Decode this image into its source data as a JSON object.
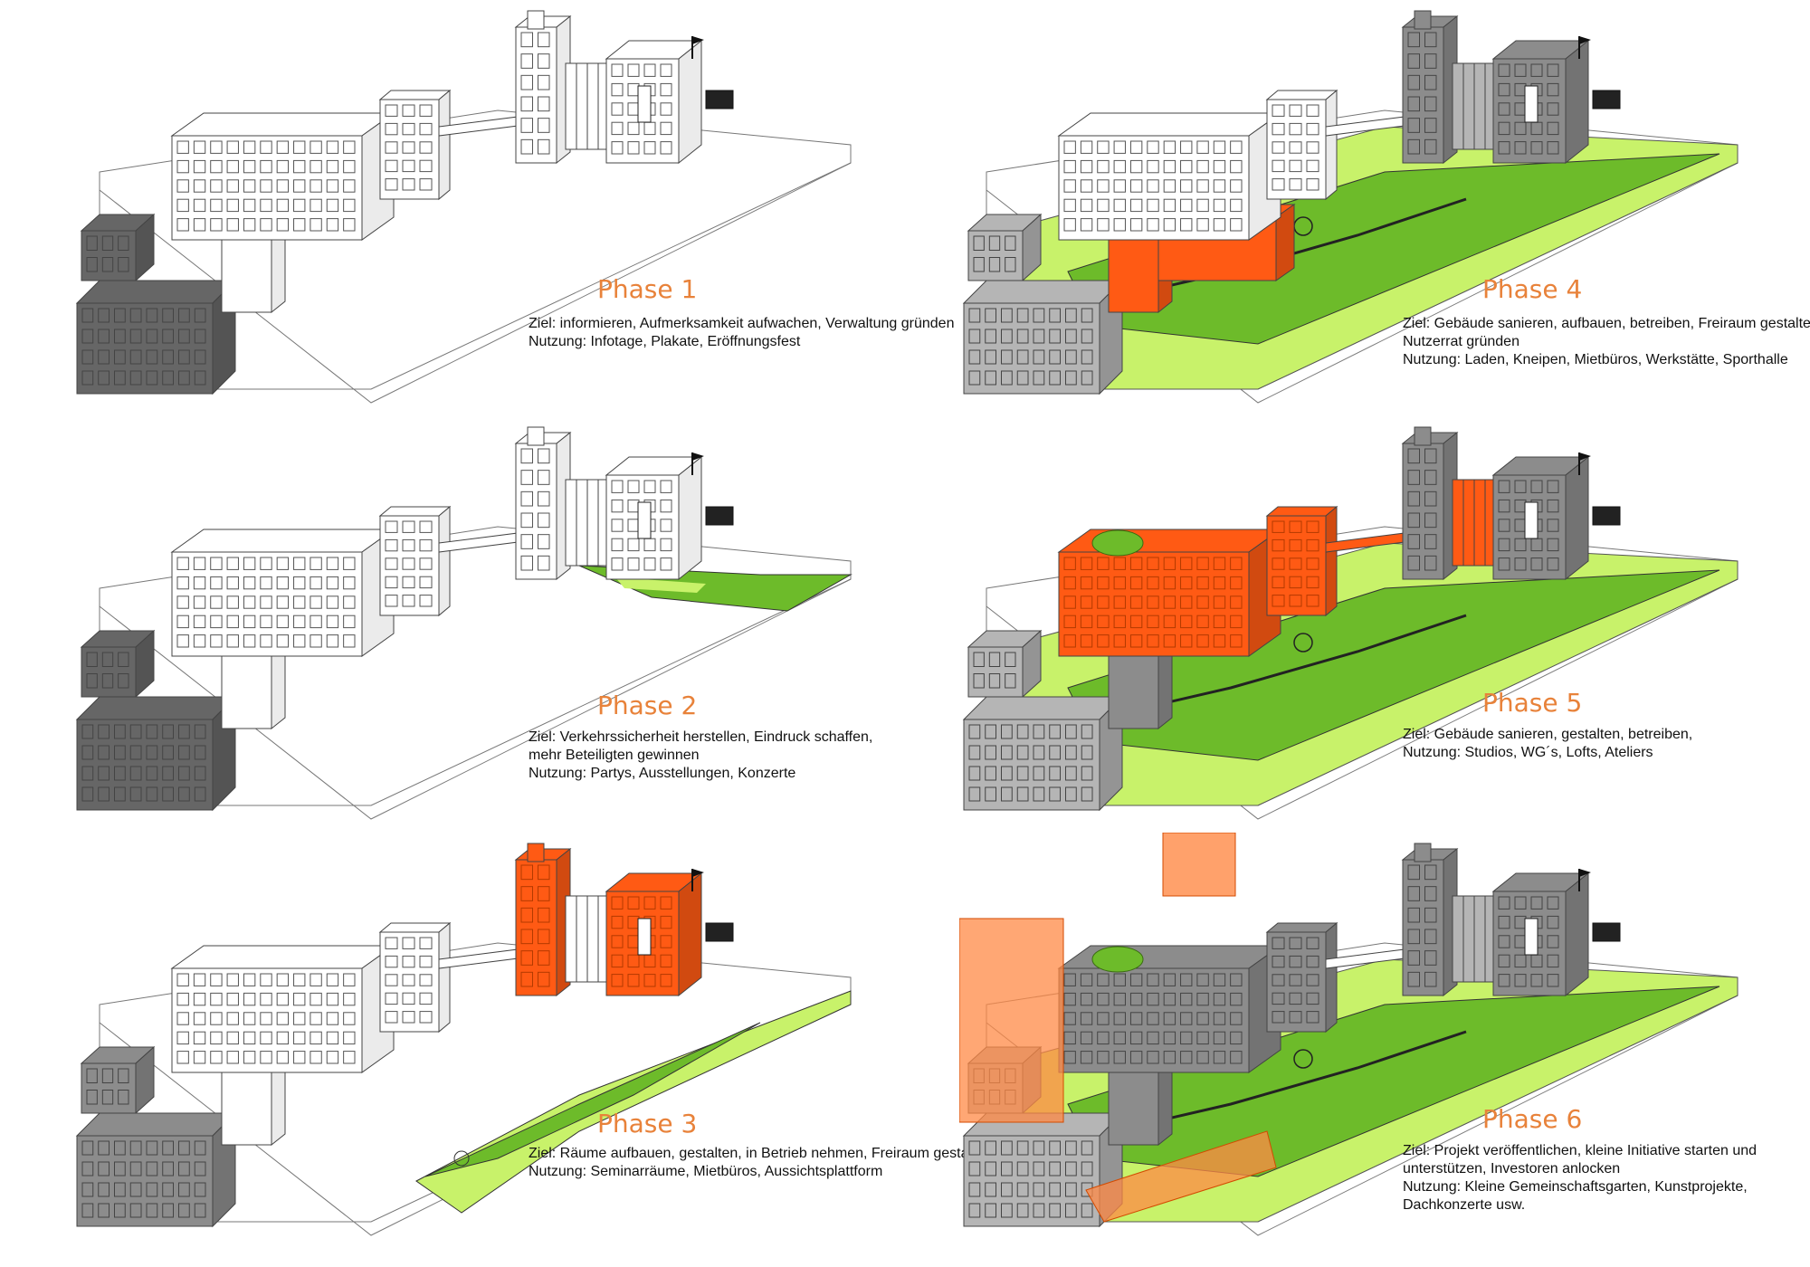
{
  "colors": {
    "orange": "#ff5a14",
    "orange_light": "#ff8a46",
    "orange_title": "#e8823a",
    "green_light": "#c8f26a",
    "green": "#6dbb2a",
    "gray_dark": "#666666",
    "gray_mid": "#8c8c8c",
    "gray_light": "#b5b5b5",
    "white": "#ffffff",
    "outline": "#444444"
  },
  "phases": [
    {
      "title": "Phase 1",
      "state": {
        "ground": "none",
        "tower": "white",
        "right_block": "white",
        "main_block": "white",
        "lower_block": "white",
        "left_house": "dark",
        "left_row": "dark",
        "overlay": false,
        "roof_green": false
      },
      "lines": [
        "Ziel: informieren, Aufmerksamkeit aufwachen, Verwaltung gründen",
        "Nutzung: Infotage, Plakate,  Eröffnungsfest"
      ]
    },
    {
      "title": "Phase 2",
      "state": {
        "ground": "partial",
        "tower": "white",
        "right_block": "white",
        "main_block": "white",
        "lower_block": "white",
        "left_house": "dark",
        "left_row": "dark",
        "overlay": false,
        "roof_green": false
      },
      "lines": [
        "Ziel: Verkehrssicherheit herstellen, Eindruck schaffen,",
        "mehr Beteiligten gewinnen",
        "Nutzung: Partys, Ausstellungen,  Konzerte"
      ]
    },
    {
      "title": "Phase 3",
      "state": {
        "ground": "half",
        "tower": "orange",
        "right_block": "orange",
        "main_block": "white",
        "lower_block": "white",
        "left_house": "mid",
        "left_row": "mid",
        "overlay": false,
        "roof_green": false
      },
      "lines": [
        "Ziel: Räume aufbauen, gestalten, in Betrieb nehmen, Freiraum gestalten",
        "Nutzung: Seminarräume, Mietbüros, Aussichtsplattform"
      ]
    },
    {
      "title": "Phase 4",
      "state": {
        "ground": "full",
        "tower": "gray",
        "right_block": "gray",
        "main_block": "white",
        "lower_block": "orange",
        "left_house": "light",
        "left_row": "light",
        "overlay": false,
        "roof_green": false
      },
      "lines": [
        "Ziel: Gebäude sanieren, aufbauen, betreiben, Freiraum gestalten,",
        "Nutzerrat gründen",
        "Nutzung: Laden, Kneipen, Mietbüros, Werkstätte, Sporthalle"
      ]
    },
    {
      "title": "Phase 5",
      "state": {
        "ground": "full",
        "tower": "gray",
        "right_block": "gray",
        "main_block": "orange",
        "lower_block": "gray",
        "left_house": "light",
        "left_row": "light",
        "overlay": false,
        "roof_green": true
      },
      "lines": [
        "Ziel: Gebäude sanieren, gestalten, betreiben,",
        "Nutzung: Studios, WG´s, Lofts, Ateliers"
      ]
    },
    {
      "title": "Phase 6",
      "state": {
        "ground": "full",
        "tower": "gray",
        "right_block": "gray",
        "main_block": "gray",
        "lower_block": "gray",
        "left_house": "light",
        "left_row": "light",
        "overlay": true,
        "roof_green": true
      },
      "lines": [
        "Ziel: Projekt veröffentlichen,  kleine Initiative starten und",
        "unterstützen, Investoren anlocken",
        "Nutzung: Kleine Gemeinschaftsgarten, Kunstprojekte,",
        "Dachkonzerte usw."
      ]
    }
  ]
}
